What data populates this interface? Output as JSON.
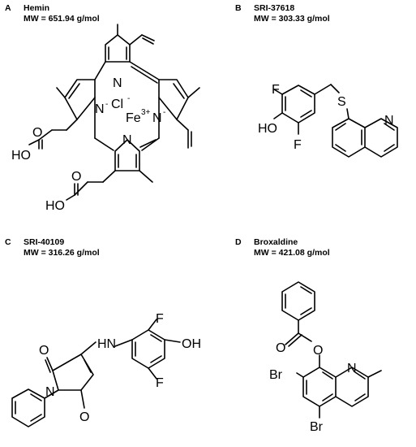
{
  "panels": [
    {
      "letter": "A",
      "name": "Hemin",
      "mw": "MW = 651.94 g/mol"
    },
    {
      "letter": "B",
      "name": "SRI-37618",
      "mw": "MW = 303.33 g/mol"
    },
    {
      "letter": "C",
      "name": "SRI-40109",
      "mw": "MW = 316.26 g/mol"
    },
    {
      "letter": "D",
      "name": "Broxaldine",
      "mw": "MW = 421.08 g/mol"
    }
  ],
  "atoms": {
    "a": {
      "N": "N",
      "N_minus": "N",
      "minus": "-",
      "Cl": "Cl",
      "Fe": "Fe",
      "Fe_charge": "3+",
      "HO": "HO",
      "O": "O"
    },
    "b": {
      "F": "F",
      "HO": "HO",
      "S": "S",
      "N": "N"
    },
    "c": {
      "HN": "HN",
      "F": "F",
      "OH": "OH",
      "O": "O",
      "N": "N"
    },
    "d": {
      "O": "O",
      "Br": "Br",
      "N": "N"
    }
  }
}
